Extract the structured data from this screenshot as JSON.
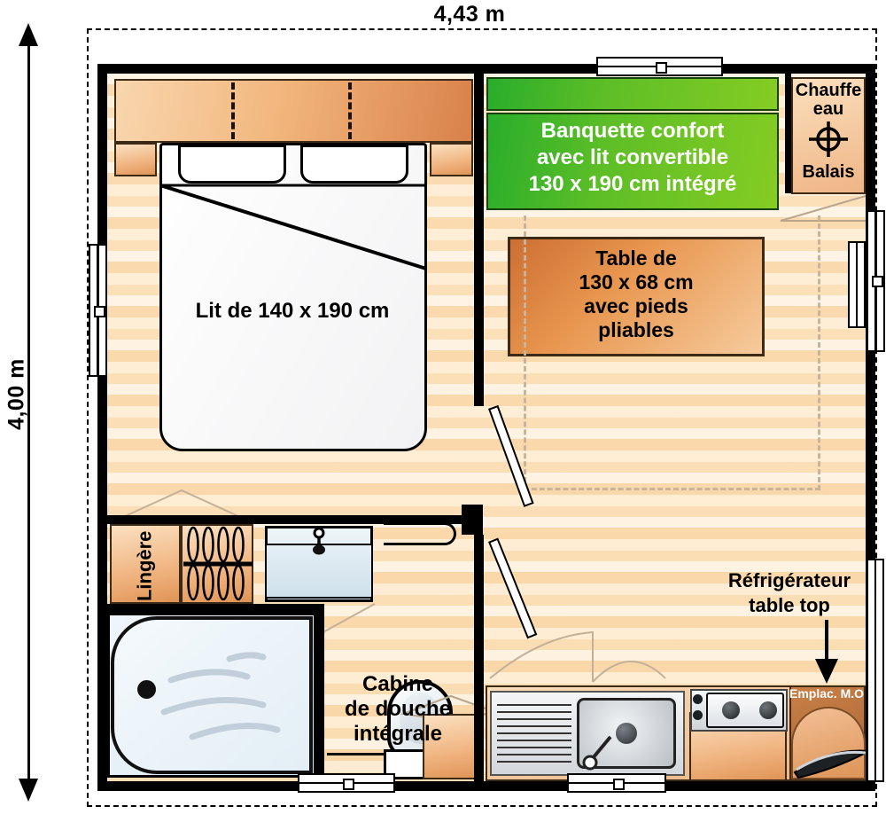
{
  "plan": {
    "title": "Mobil-home floor plan",
    "dimensions": {
      "width_label": "4,43 m",
      "height_label": "4,00 m"
    },
    "rooms": [
      {
        "name": "bedroom",
        "label": "Lit de 140 x 190 cm",
        "furniture": [
          "double-bed",
          "headboard-storage",
          "pillows"
        ]
      },
      {
        "name": "living-room",
        "labels": [
          "Banquette confort avec lit convertible 130 x 190 cm intégré",
          "Table de 130 x 68 cm avec pieds pliables"
        ]
      },
      {
        "name": "bathroom",
        "labels": [
          "Lingère",
          "Cabine de douche intégrale"
        ]
      },
      {
        "name": "kitchen",
        "labels": [
          "Réfrigérateur table top",
          "Emplac. M.O"
        ]
      },
      {
        "name": "technical-closet",
        "labels": [
          "Chauffe eau",
          "Balais"
        ]
      }
    ],
    "labels": {
      "bed": "Lit de 140 x 190 cm",
      "banquette_l1": "Banquette confort",
      "banquette_l2": "avec lit convertible",
      "banquette_l3": "130 x 190 cm intégré",
      "table_l1": "Table de",
      "table_l2": "130 x 68 cm",
      "table_l3": "avec pieds",
      "table_l4": "pliables",
      "chauffe_l1": "Chauffe",
      "chauffe_l2": "eau",
      "balais": "Balais",
      "lingere": "Lingère",
      "douche_l1": "Cabine",
      "douche_l2": "de douche",
      "douche_l3": "intégrale",
      "frigo_l1": "Réfrigérateur",
      "frigo_l2": "table top",
      "emplac_mo": "Emplac. M.O"
    },
    "colors": {
      "banquette_green_dark": "#29ad2b",
      "banquette_green_light": "#86cc23",
      "wood_light": "#fde7c8",
      "wood_dark": "#d9814a",
      "wall": "#000000",
      "table_orange": "#e8964f",
      "text_dark": "#000000",
      "text_light": "#ffffff"
    },
    "icons": {
      "water_heater": "water-heater-icon",
      "arrow_down": "arrow-down-icon",
      "arrow_up": "arrow-up-icon",
      "sink": "sink-icon",
      "stove": "stove-icon",
      "toilet": "toilet-icon",
      "shower": "shower-icon",
      "washbasin": "washbasin-icon"
    }
  }
}
